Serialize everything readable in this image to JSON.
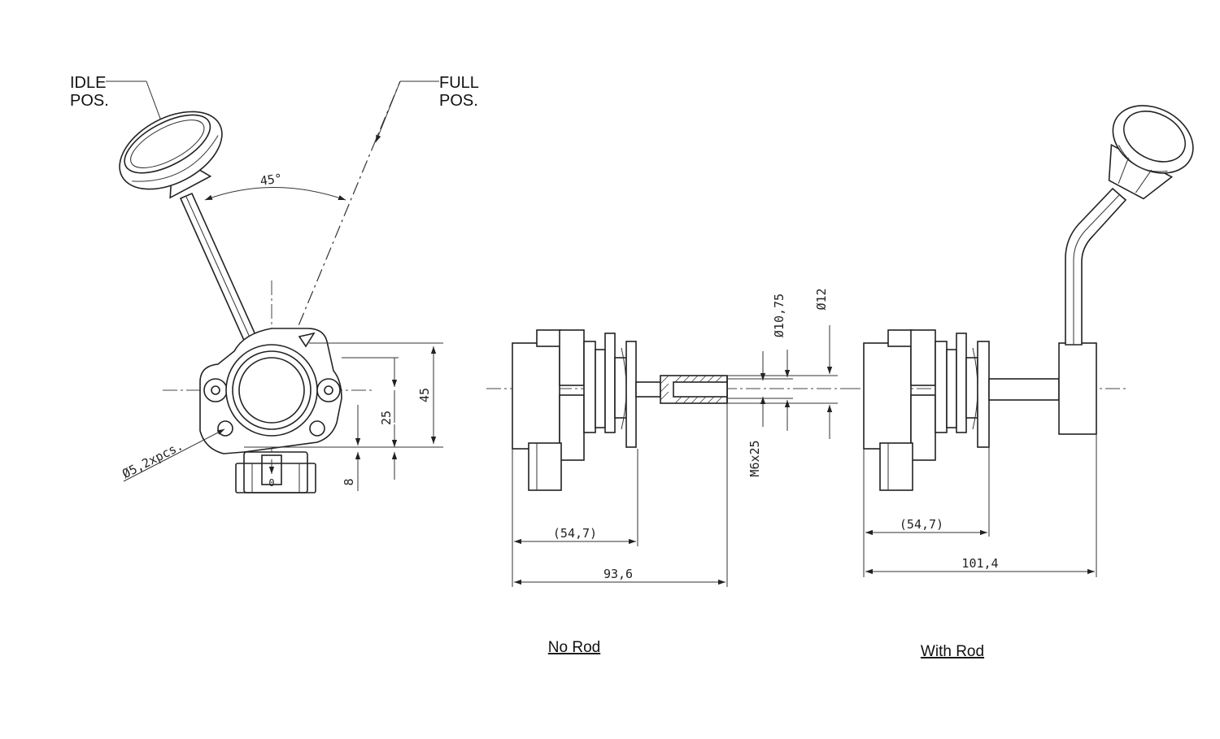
{
  "labels": {
    "idle_line1": "IDLE",
    "idle_line2": "POS.",
    "full_line1": "FULL",
    "full_line2": "POS.",
    "angle": "45°",
    "hole": "Ø5,2xpcs.",
    "zero": "0"
  },
  "dimensions": {
    "d_45": "45",
    "d_25": "25",
    "d_8": "8",
    "d_1075": "Ø10,75",
    "d_12": "Ø12",
    "thread": "M6x25",
    "norod_547": "(54,7)",
    "norod_936": "93,6",
    "withrod_547": "(54,7)",
    "withrod_1014": "101,4"
  },
  "captions": {
    "no_rod": "No Rod",
    "with_rod": "With Rod"
  }
}
